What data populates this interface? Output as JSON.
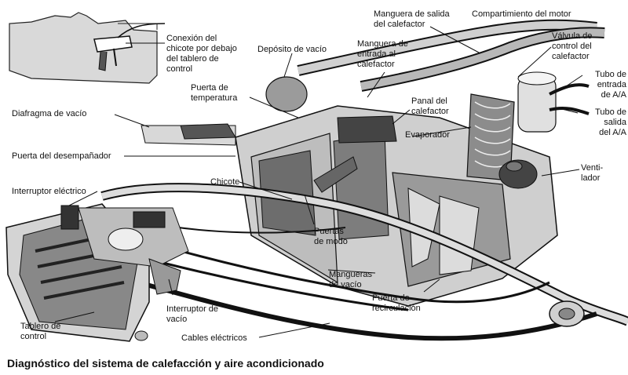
{
  "caption": "Diagnóstico del sistema de calefacción y aire acondicionado",
  "labels": {
    "conexion_chicote": "Conexión del\nchicote por debajo\ndel tablero de\ncontrol",
    "deposito_vacio": "Depósito de vacío",
    "manguera_salida": "Manguera de salida\ndel calefactor",
    "compartimiento_motor": "Compartimiento del motor",
    "manguera_entrada": "Manguera de\nentrada al\ncalefactor",
    "valvula_control": "Válvula de\ncontrol del\ncalefactor",
    "tubo_entrada": "Tubo de\nentrada\nde A/A",
    "tubo_salida": "Tubo de\nsalida\ndel A/A",
    "puerta_temperatura": "Puerta de\ntemperatura",
    "panal_calefactor": "Panal del\ncalefactor",
    "diafragma_vacio": "Diafragma de vacío",
    "evaporador": "Evaporador",
    "puerta_desempanador": "Puerta del desempañador",
    "ventilador": "Venti-\nlador",
    "chicote": "Chicote",
    "interruptor_electrico": "Interruptor eléctrico",
    "puertas_modo": "Puertas\nde modo",
    "mangueras_vacio": "Mangueras\nde vacío",
    "puerta_recirculacion": "Puerta de\nrecirculación",
    "interruptor_vacio": "Interruptor de\nvacío",
    "tablero_control": "Tablero de\ncontrol",
    "cables_electricos": "Cables eléctricos"
  }
}
